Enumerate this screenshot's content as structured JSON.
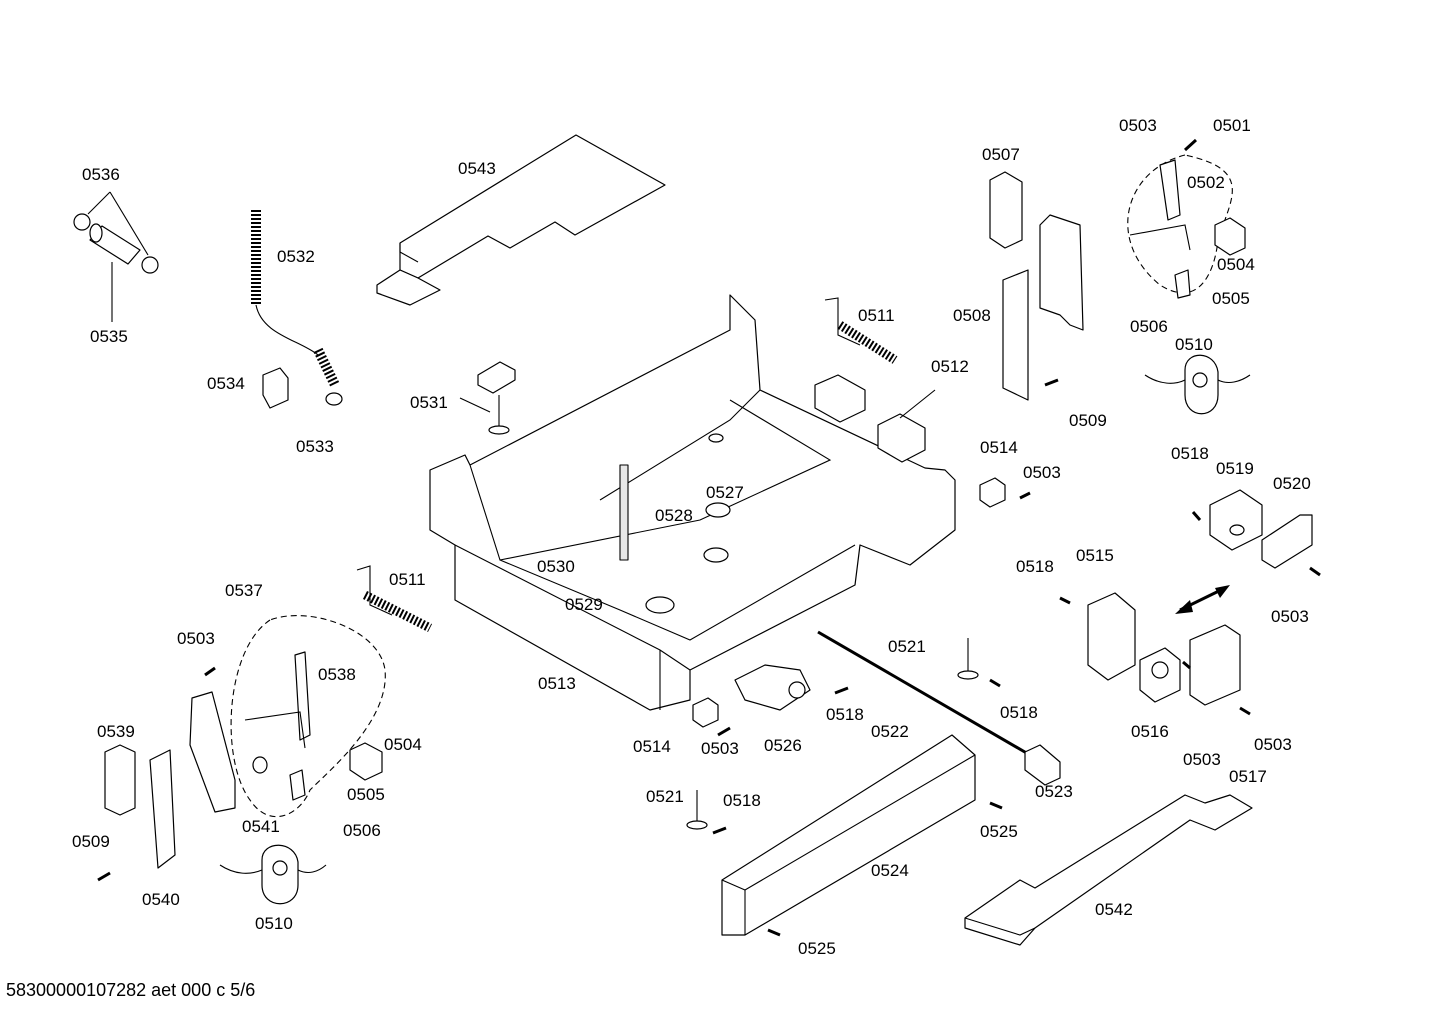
{
  "document_ref": "58300000107282 aet 000 c 5/6",
  "callouts": [
    "0501",
    "0502",
    "0503",
    "0503",
    "0503",
    "0503",
    "0503",
    "0503",
    "0503",
    "0504",
    "0504",
    "0505",
    "0505",
    "0506",
    "0506",
    "0507",
    "0508",
    "0509",
    "0509",
    "0510",
    "0510",
    "0511",
    "0511",
    "0512",
    "0513",
    "0514",
    "0514",
    "0515",
    "0516",
    "0517",
    "0518",
    "0518",
    "0518",
    "0518",
    "0518",
    "0519",
    "0520",
    "0521",
    "0521",
    "0522",
    "0523",
    "0524",
    "0525",
    "0525",
    "0526",
    "0527",
    "0528",
    "0529",
    "0530",
    "0531",
    "0532",
    "0533",
    "0534",
    "0535",
    "0536",
    "0537",
    "0538",
    "0539",
    "0540",
    "0541",
    "0542",
    "0543"
  ]
}
